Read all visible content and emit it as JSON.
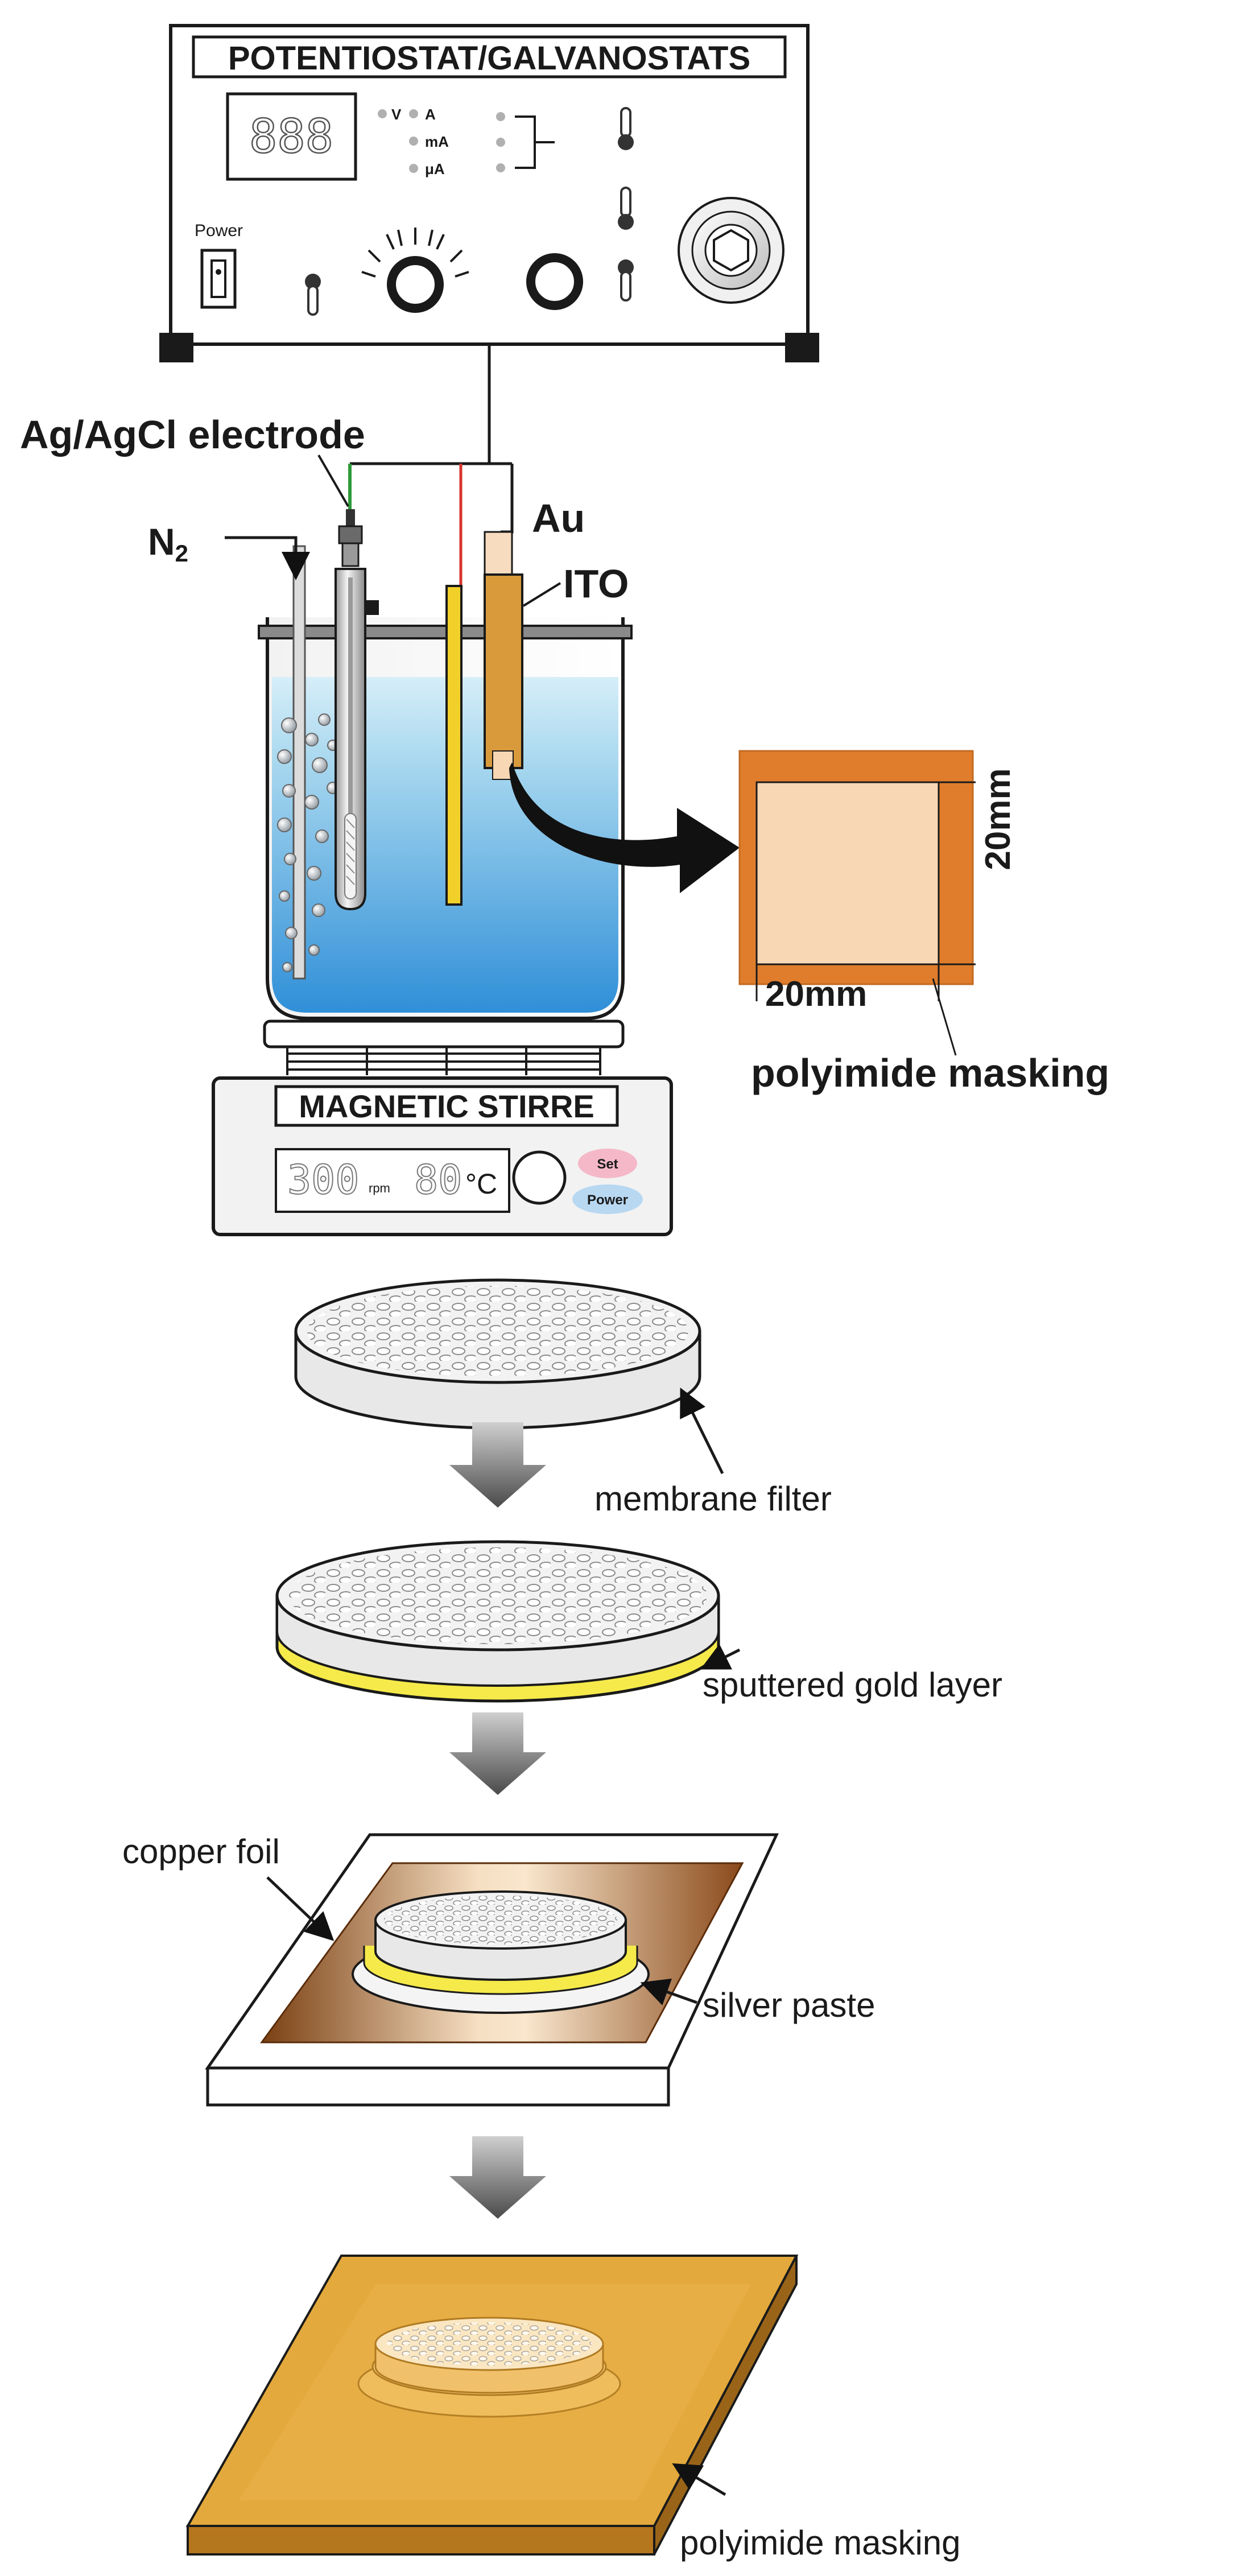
{
  "potentiostat": {
    "title": "POTENTIOSTAT/GALVANOSTATS",
    "display": "888",
    "unit_v": "V",
    "unit_a": "A",
    "unit_ma": "mA",
    "unit_ua": "μA",
    "power_label": "Power"
  },
  "cell": {
    "ref_electrode": "Ag/AgCl electrode",
    "gas": "N",
    "gas_sub": "2",
    "counter_electrode": "Au",
    "working_electrode": "ITO"
  },
  "sample": {
    "dim_vertical": "20mm",
    "dim_horizontal": "20mm",
    "mask_label": "polyimide masking"
  },
  "stirrer": {
    "title": "MAGNETIC STIRRE",
    "speed": "300",
    "speed_unit": "rpm",
    "temp": "80",
    "temp_unit": "°C",
    "set_label": "Set",
    "power_label": "Power"
  },
  "steps": {
    "membrane": "membrane filter",
    "gold": "sputtered gold layer",
    "copper": "copper foil",
    "silver": "silver paste",
    "mask": "polyimide masking"
  },
  "colors": {
    "solution_top": "#a9d8ef",
    "solution_bottom": "#2f8fd8",
    "gold_electrode": "#f2d02a",
    "ito_electrode": "#d99a3c",
    "polyimide": "#e07d2c",
    "sample_center": "#f8d7b4",
    "copper": "#a0602a",
    "gold_layer": "#f5ea4a",
    "polyimide_sheet": "#e3a93c"
  }
}
